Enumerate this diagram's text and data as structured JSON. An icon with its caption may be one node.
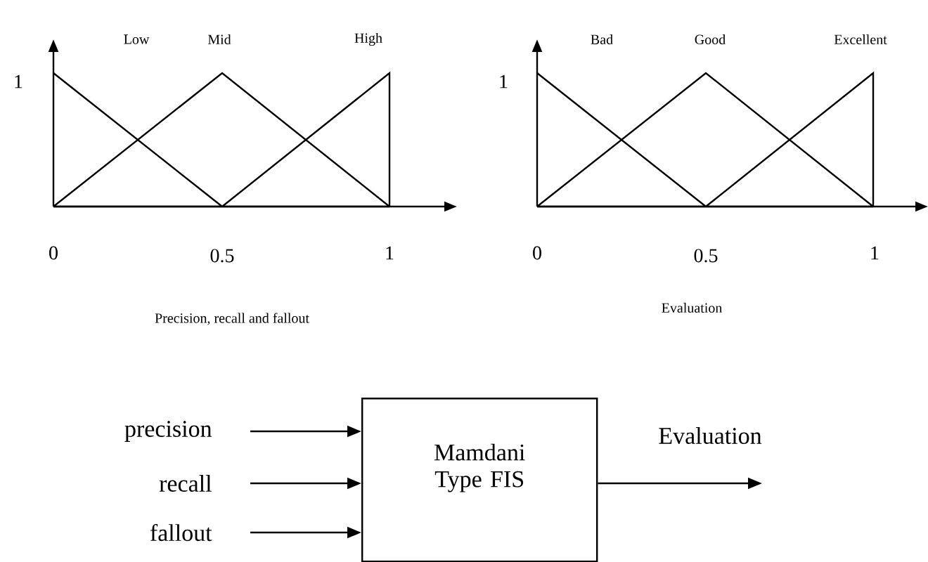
{
  "diagram": {
    "nodes": [
      {
        "text": [
          "precision"
        ]
      },
      {
        "text": [
          "recall"
        ]
      },
      {
        "text": [
          "fallout"
        ]
      },
      {
        "text": [
          "Mamdani Type FIS"
        ]
      }
    ],
    "edges": [
      {
        "from": 0,
        "to": 3,
        "arrow": "to"
      },
      {
        "from": 1,
        "to": 3,
        "arrow": "to"
      },
      {
        "from": 2,
        "to": 3,
        "arrow": "to"
      },
      {
        "from": 3,
        "to": null,
        "arrow": "to",
        "label": "Evaluation"
      }
    ],
    "labels": [
      "Low",
      "Mid",
      "High",
      "Bad",
      "Good",
      "Excellent",
      "1",
      "1",
      "0",
      "0.5",
      "1",
      "0",
      "0.5",
      "1",
      "Precision, recall and fallout",
      "Evaluation"
    ]
  }
}
